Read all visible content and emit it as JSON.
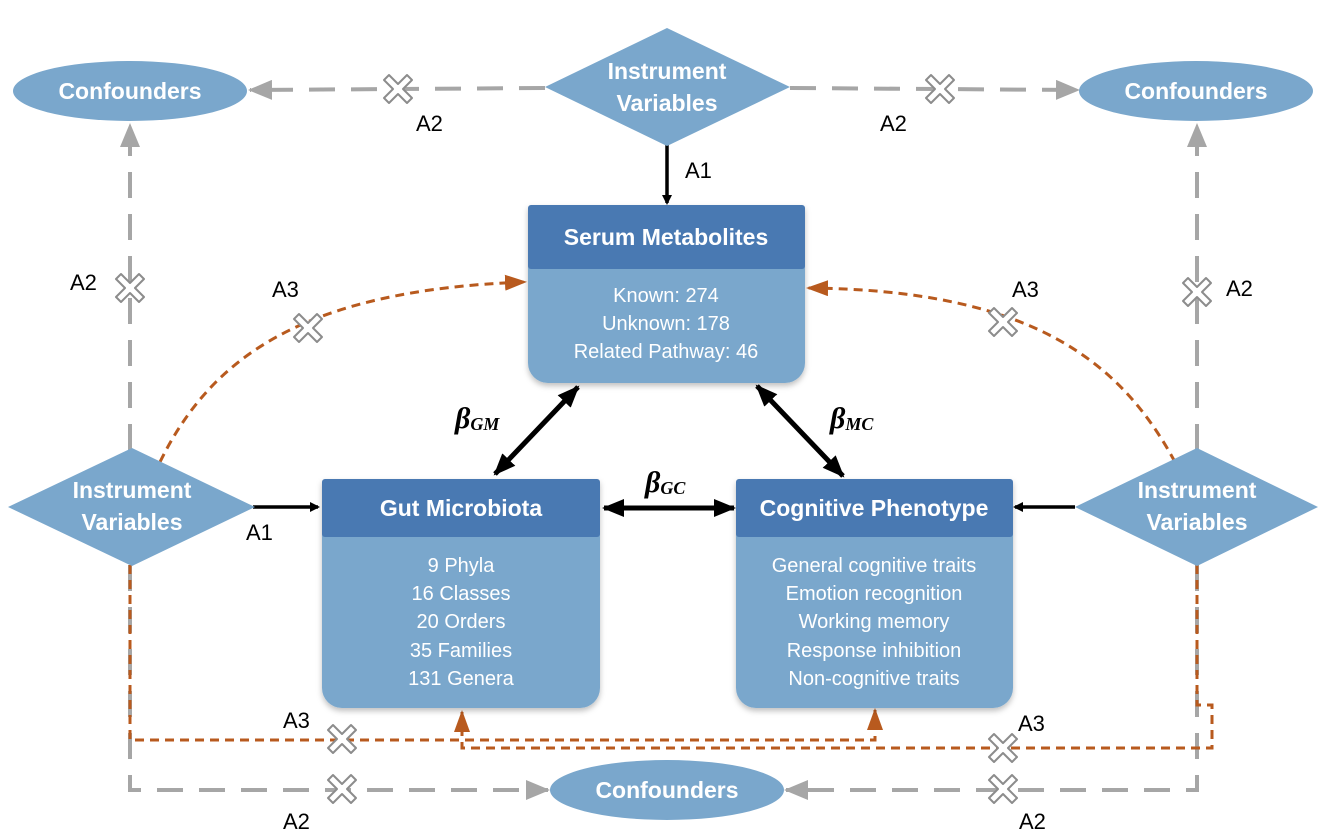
{
  "colors": {
    "node_fill": "#7aa7cc",
    "header_fill": "#4a79b2",
    "grey_dash": "#a6a6a6",
    "orange_dash": "#b85a1e",
    "black": "#000000"
  },
  "nodes": {
    "iv_top": [
      "Instrument",
      "Variables"
    ],
    "iv_left": [
      "Instrument",
      "Variables"
    ],
    "iv_right": [
      "Instrument",
      "Variables"
    ],
    "conf_top_left": "Confounders",
    "conf_top_right": "Confounders",
    "conf_bottom": "Confounders"
  },
  "boxes": {
    "serum": {
      "title": "Serum Metabolites",
      "items": [
        "Known: 274",
        "Unknown: 178",
        "Related Pathway: 46"
      ]
    },
    "gut": {
      "title": "Gut Microbiota",
      "items": [
        "9 Phyla",
        "16 Classes",
        "20 Orders",
        "35 Families",
        "131 Genera"
      ]
    },
    "cog": {
      "title": "Cognitive Phenotype",
      "items": [
        "General cognitive traits",
        "Emotion recognition",
        "Working memory",
        "Response inhibition",
        "Non-cognitive traits"
      ]
    }
  },
  "labels": {
    "a1_top": "A1",
    "a1_left": "A1",
    "a2_top_left": "A2",
    "a2_top_right": "A2",
    "a2_left": "A2",
    "a2_right": "A2",
    "a2_bottom_left": "A2",
    "a2_bottom_right": "A2",
    "a3_top_left": "A3",
    "a3_top_right": "A3",
    "a3_bottom_left": "A3",
    "a3_bottom_right": "A3"
  },
  "betas": {
    "gm": {
      "symbol": "β",
      "sub": "GM"
    },
    "mc": {
      "symbol": "β",
      "sub": "MC"
    },
    "gc": {
      "symbol": "β",
      "sub": "GC"
    }
  }
}
